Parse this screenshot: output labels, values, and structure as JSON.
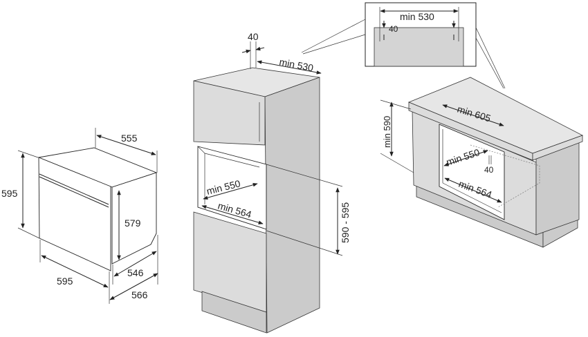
{
  "oven": {
    "depth": "555",
    "height": "595",
    "inner_height": "579",
    "width": "595",
    "depth_body": "546",
    "depth_total": "566"
  },
  "tall_unit": {
    "gap": "40",
    "top_depth": "min 530",
    "niche_depth": "min 550",
    "niche_width": "min 564",
    "niche_height": "590 - 595"
  },
  "detail": {
    "width": "min 530",
    "gap": "40"
  },
  "under_counter": {
    "height": "min 590",
    "width": "min 605",
    "depth": "min 550",
    "gap": "40",
    "inner_width": "min 564"
  }
}
